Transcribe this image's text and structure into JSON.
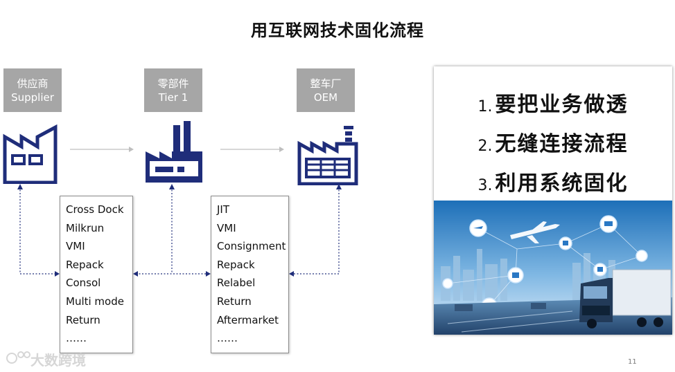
{
  "title": "用互联网技术固化流程",
  "nodes": [
    {
      "cn": "供应商",
      "en": "Supplier"
    },
    {
      "cn": "零部件",
      "en": "Tier 1"
    },
    {
      "cn": "整车厂",
      "en": "OEM"
    }
  ],
  "left_list": [
    "Cross Dock",
    "Milkrun",
    "VMI",
    "Repack",
    "Consol",
    "Multi mode",
    "Return",
    "……"
  ],
  "right_list": [
    "JIT",
    "VMI",
    "Consignment",
    "Repack",
    "Relabel",
    "Return",
    "Aftermarket",
    "……"
  ],
  "points": [
    {
      "num": "1.",
      "text": "要把业务做透"
    },
    {
      "num": "2.",
      "text": "无缝连接流程"
    },
    {
      "num": "3.",
      "text": "利用系统固化"
    }
  ],
  "watermark": "大数跨境",
  "page_number": "11",
  "colors": {
    "navy": "#1f2d7a",
    "tag_gray": "#a6a6a6",
    "arrow_gray": "#bfbfbf"
  }
}
